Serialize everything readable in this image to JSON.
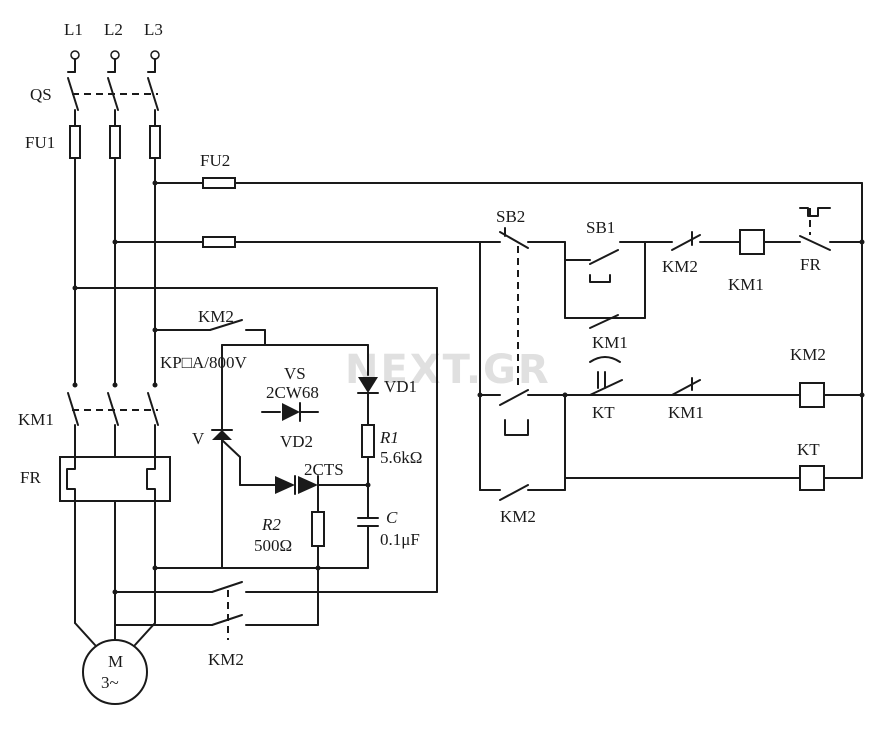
{
  "labels": {
    "l1": "L1",
    "l2": "L2",
    "l3": "L3",
    "qs": "QS",
    "fu1": "FU1",
    "fu2": "FU2",
    "km1_main": "KM1",
    "fr_main": "FR",
    "motor_m": "M",
    "motor_3": "3~",
    "km2_top": "KM2",
    "kp": "KP□A/800V",
    "vs": "VS",
    "vs_part": "2CW68",
    "vd1": "VD1",
    "v": "V",
    "vd2": "VD2",
    "vd2_part": "2CTS",
    "r1": "R1",
    "r1_val": "5.6kΩ",
    "r2": "R2",
    "r2_val": "500Ω",
    "c": "C",
    "c_val": "0.1μF",
    "km2_bottom": "KM2",
    "sb2": "SB2",
    "sb1": "SB1",
    "km2_ctrl_nc": "KM2",
    "km1_coil": "KM1",
    "fr_ctrl": "FR",
    "km1_tim": "KM1",
    "km2_coil": "KM2",
    "kt_contact": "KT",
    "km1_nc2": "KM1",
    "kt_coil": "KT",
    "km2_aux": "KM2"
  },
  "watermark": "NEXT.GR"
}
